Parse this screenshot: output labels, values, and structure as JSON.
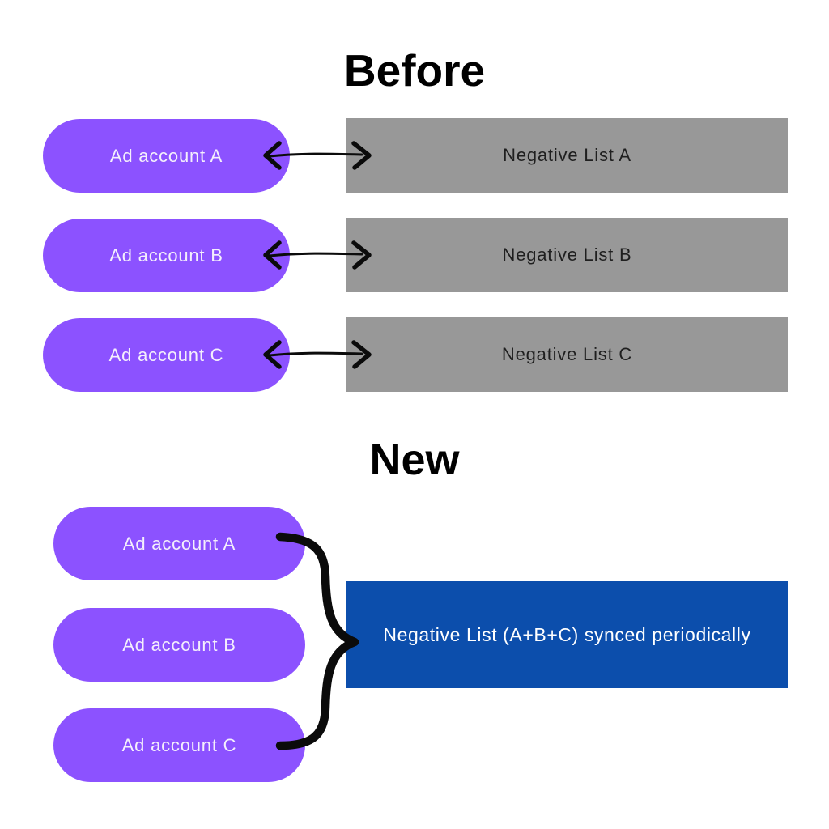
{
  "diagram": {
    "background_color": "#FFFFFF",
    "colors": {
      "account_pill": "#8C52FF",
      "negative_list_box": "#989898",
      "merged_list_box": "#0C4EAC",
      "connector": "#0B0B0B",
      "title_text": "#000000",
      "pill_text": "#F4EFFC",
      "gray_box_text": "#1F1F1F",
      "blue_box_text": "#FFFFFF"
    },
    "before": {
      "title": "Before",
      "rows": [
        {
          "account": "Ad account A",
          "list": "Negative List A"
        },
        {
          "account": "Ad account B",
          "list": "Negative List B"
        },
        {
          "account": "Ad account C",
          "list": "Negative List C"
        }
      ]
    },
    "new": {
      "title": "New",
      "accounts": [
        {
          "account": "Ad account A"
        },
        {
          "account": "Ad account B"
        },
        {
          "account": "Ad account C"
        }
      ],
      "merged_list": "Negative List (A+B+C) synced periodically"
    }
  }
}
